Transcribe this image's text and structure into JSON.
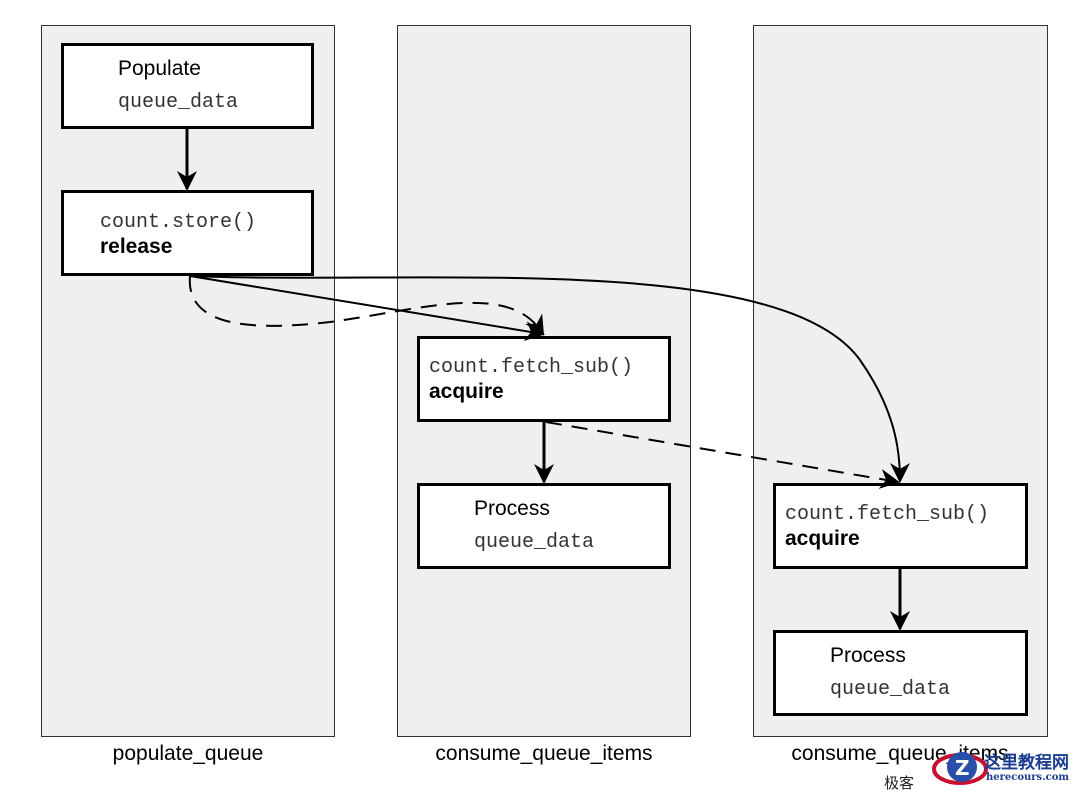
{
  "lanes": [
    {
      "label": "populate_queue"
    },
    {
      "label": "consume_queue_items"
    },
    {
      "label": "consume_queue_items"
    }
  ],
  "boxes": {
    "populate": {
      "title": "Populate",
      "code": "queue_data"
    },
    "store": {
      "code": "count.store()",
      "ordering": "release"
    },
    "fetch1": {
      "code": "count.fetch_sub()",
      "ordering": "acquire"
    },
    "process1": {
      "title": "Process",
      "code": "queue_data"
    },
    "fetch2": {
      "code": "count.fetch_sub()",
      "ordering": "acquire"
    },
    "process2": {
      "title": "Process",
      "code": "queue_data"
    }
  },
  "arrows": [
    {
      "from": "populate",
      "to": "store",
      "style": "solid"
    },
    {
      "from": "store",
      "to": "fetch1",
      "style": "solid"
    },
    {
      "from": "store",
      "to": "fetch1",
      "style": "dashed"
    },
    {
      "from": "store",
      "to": "fetch2",
      "style": "solid"
    },
    {
      "from": "fetch1",
      "to": "process1",
      "style": "solid"
    },
    {
      "from": "fetch1",
      "to": "fetch2",
      "style": "dashed"
    },
    {
      "from": "fetch2",
      "to": "process2",
      "style": "solid"
    }
  ],
  "watermark": {
    "cn_title": "这里教程网",
    "url": "herecours.com",
    "left_text": "极客"
  }
}
